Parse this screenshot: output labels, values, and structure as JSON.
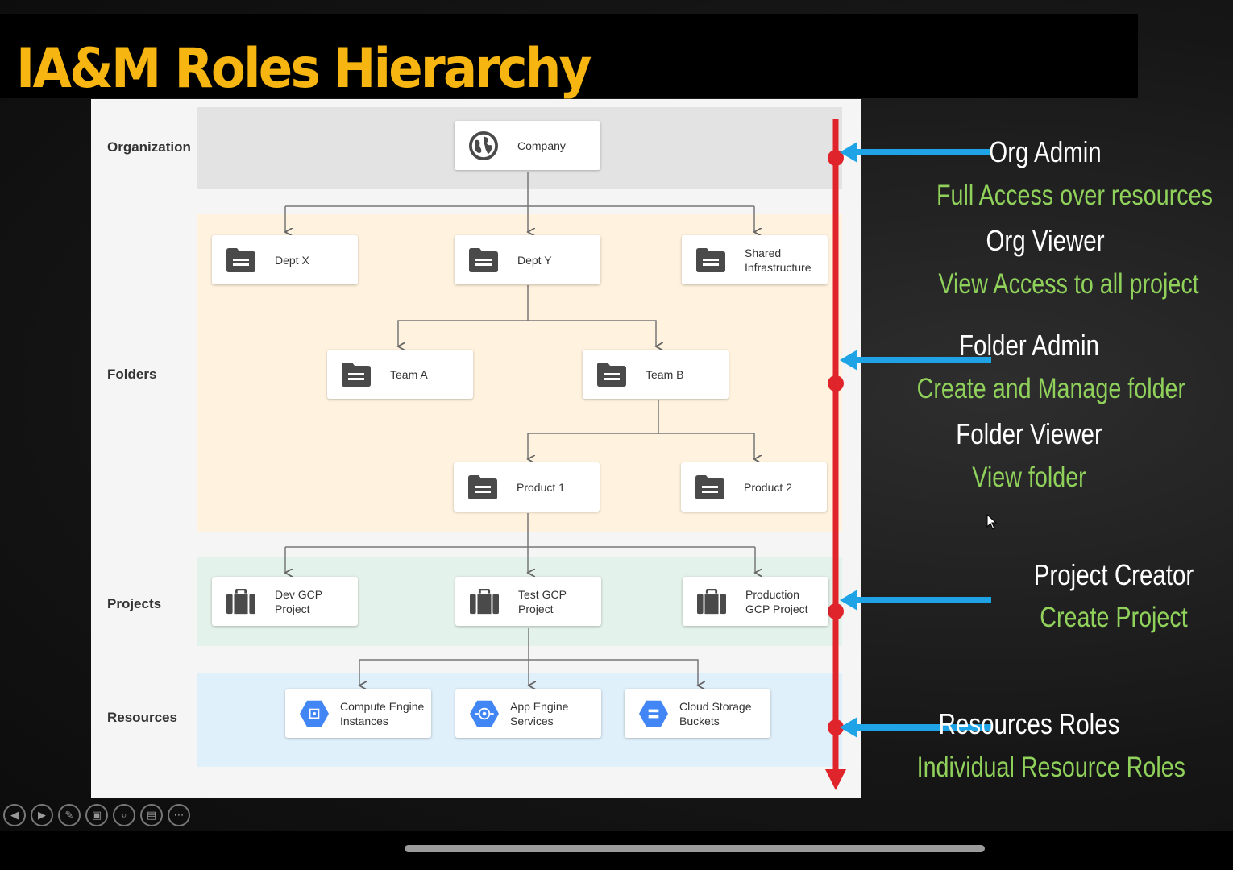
{
  "slide": {
    "title": "IA&M Roles Hierarchy"
  },
  "tiers": {
    "organization": "Organization",
    "folders": "Folders",
    "projects": "Projects",
    "resources": "Resources"
  },
  "nodes": {
    "company": "Company",
    "dept_x": "Dept X",
    "dept_y": "Dept Y",
    "shared": "Shared\nInfrastructure",
    "team_a": "Team A",
    "team_b": "Team B",
    "product1": "Product 1",
    "product2": "Product 2",
    "dev": "Dev GCP\nProject",
    "test": "Test GCP\nProject",
    "prod": "Production\nGCP Project",
    "compute": "Compute Engine\nInstances",
    "appengine": "App Engine\nServices",
    "storage": "Cloud Storage\nBuckets"
  },
  "roles": {
    "org_admin": "Org Admin",
    "org_admin_desc": "Full Access over resources",
    "org_viewer": "Org Viewer",
    "org_viewer_desc": "View Access to all project",
    "folder_admin": "Folder Admin",
    "folder_admin_desc": "Create and Manage folder",
    "folder_viewer": "Folder Viewer",
    "folder_viewer_desc": "View folder",
    "project_creator": "Project  Creator",
    "project_creator_desc": "Create Project",
    "resources_roles": "Resources Roles",
    "resources_roles_desc": "Individual Resource Roles"
  },
  "colors": {
    "title": "#f6b511",
    "arrow_blue": "#1ea3e6",
    "axis_red": "#e0242c",
    "role_desc": "#8fd15a",
    "band_org": "#e3e3e3",
    "band_folders": "#fff3df",
    "band_projects": "#e3f2ea",
    "band_resources": "#e0f0fb",
    "gcp_blue": "#4285f4"
  },
  "icons": {
    "company": "globe-icon",
    "folder": "folder-icon",
    "project": "briefcase-icon",
    "compute": "chip-hexagon-icon",
    "appengine": "app-engine-hexagon-icon",
    "storage": "storage-hexagon-icon"
  },
  "toolbar": [
    "previous-slide",
    "next-slide",
    "pen",
    "slides-overview",
    "zoom",
    "subtitles",
    "more-options"
  ]
}
